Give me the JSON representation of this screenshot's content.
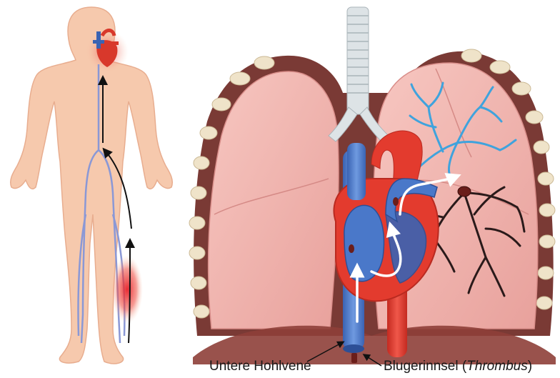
{
  "labels": {
    "inferior_vena_cava": "Untere Hohlvene",
    "thrombus_main": "Blugerinnsel (",
    "thrombus_italic": "Thrombus",
    "thrombus_close": ")"
  },
  "colors": {
    "skin": "#f6c9ad",
    "skin_shadow": "#e8ad8f",
    "lung": "#f0b3ae",
    "lung_dark": "#d98e8a",
    "pleura": "#7a3a35",
    "pleura_nodes": "#efe3c9",
    "trachea": "#dde3e6",
    "artery": "#e33b2e",
    "vein": "#4a78c9",
    "pulmonary_artery_branches": "#3fa3dd",
    "occluded_branches": "#2a1a1a",
    "clot_glow": "#e8202a",
    "diaphragm": "#8e3f38"
  }
}
